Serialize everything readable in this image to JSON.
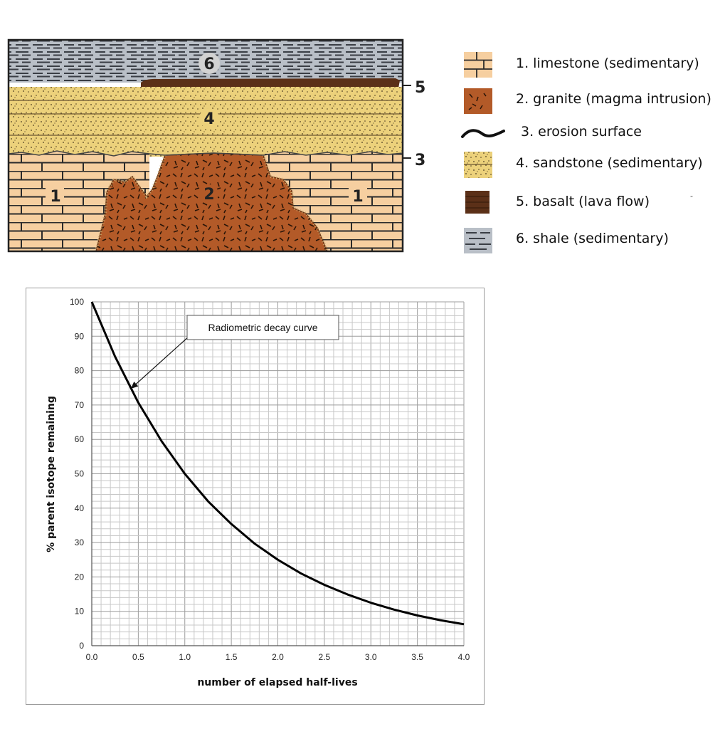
{
  "cross_section": {
    "layer_numbers": {
      "shale": "6",
      "sandstone": "4",
      "limestone_left": "1",
      "granite": "2",
      "limestone_right": "1"
    },
    "callouts": {
      "basalt": "5",
      "erosion": "3"
    },
    "colors": {
      "limestone": "#f6cfa0",
      "granite": "#b35a28",
      "sandstone": "#ecd17b",
      "basalt": "#5b3018",
      "shale": "#b9bfc7"
    }
  },
  "legend": {
    "items": [
      {
        "label": "1. limestone (sedimentary)",
        "icon": "limestone-swatch"
      },
      {
        "label": "2. granite (magma intrusion)",
        "icon": "granite-swatch"
      },
      {
        "label": "3. erosion surface",
        "icon": "erosion-line"
      },
      {
        "label": "4. sandstone (sedimentary)",
        "icon": "sandstone-swatch"
      },
      {
        "label": "5. basalt (lava flow)",
        "icon": "basalt-swatch"
      },
      {
        "label": "6. shale (sedimentary)",
        "icon": "shale-swatch"
      }
    ],
    "stray_mark": "-"
  },
  "chart_data": {
    "type": "line",
    "title": "",
    "xlabel": "number of elapsed half-lives",
    "ylabel": "% parent isotope remaining",
    "xlim": [
      0,
      4
    ],
    "ylim": [
      0,
      100
    ],
    "x_ticks": [
      "0.0",
      "0.5",
      "1.0",
      "1.5",
      "2.0",
      "2.5",
      "3.0",
      "3.5",
      "4.0"
    ],
    "y_ticks": [
      "0",
      "10",
      "20",
      "30",
      "40",
      "50",
      "60",
      "70",
      "80",
      "90",
      "100"
    ],
    "grid": true,
    "annotation": {
      "text": "Radiometric decay curve",
      "points_to_x": 0.42
    },
    "series": [
      {
        "x": [
          0,
          0.25,
          0.5,
          0.75,
          1.0,
          1.25,
          1.5,
          1.75,
          2.0,
          2.25,
          2.5,
          2.75,
          3.0,
          3.25,
          3.5,
          3.75,
          4.0
        ],
        "values": [
          100,
          84.1,
          70.7,
          59.5,
          50,
          42.0,
          35.4,
          29.7,
          25,
          21.0,
          17.7,
          14.9,
          12.5,
          10.5,
          8.8,
          7.4,
          6.25
        ]
      }
    ]
  }
}
